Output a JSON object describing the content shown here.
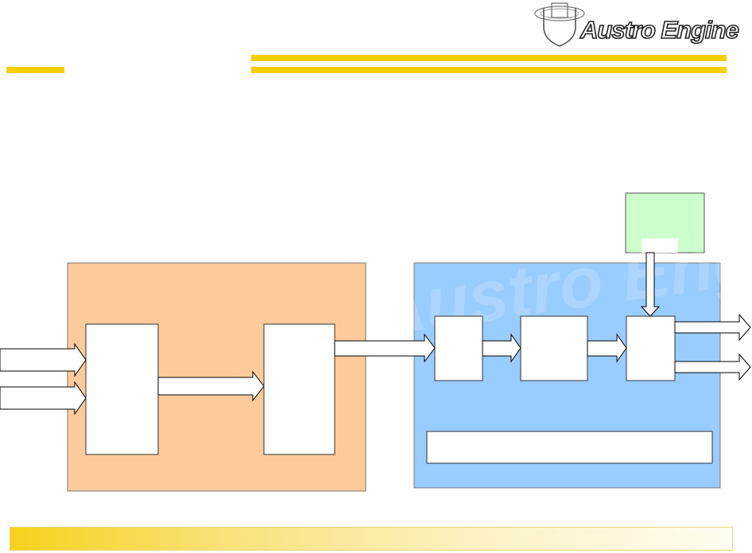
{
  "logo": {
    "text": "Austro Engine",
    "icon": "shield-badge-icon"
  },
  "colors": {
    "accent_yellow": "#f5cf00",
    "left_panel_fill": "#fdcb9b",
    "right_panel_fill": "#99ccff",
    "top_green_fill": "#ccffcc",
    "box_fill": "#ffffff",
    "stroke": "#000000"
  },
  "diagram": {
    "nodes": [
      {
        "id": "left-panel",
        "label": ""
      },
      {
        "id": "right-panel",
        "label": ""
      },
      {
        "id": "top-green-box",
        "label": ""
      },
      {
        "id": "left-input-box",
        "label": ""
      },
      {
        "id": "left-output-box",
        "label": ""
      },
      {
        "id": "right-box-1",
        "label": ""
      },
      {
        "id": "right-box-2",
        "label": ""
      },
      {
        "id": "right-box-3",
        "label": ""
      },
      {
        "id": "right-bottom-bar",
        "label": ""
      }
    ],
    "edges": [
      {
        "from": "external-input-1",
        "to": "left-input-box"
      },
      {
        "from": "external-input-2",
        "to": "left-input-box"
      },
      {
        "from": "left-input-box",
        "to": "left-output-box"
      },
      {
        "from": "left-output-box",
        "to": "right-box-1"
      },
      {
        "from": "right-box-1",
        "to": "right-box-2"
      },
      {
        "from": "right-box-2",
        "to": "right-box-3"
      },
      {
        "from": "top-green-box",
        "to": "right-box-3"
      },
      {
        "from": "right-box-3",
        "to": "external-output-1"
      },
      {
        "from": "right-box-3",
        "to": "external-output-2"
      }
    ]
  }
}
